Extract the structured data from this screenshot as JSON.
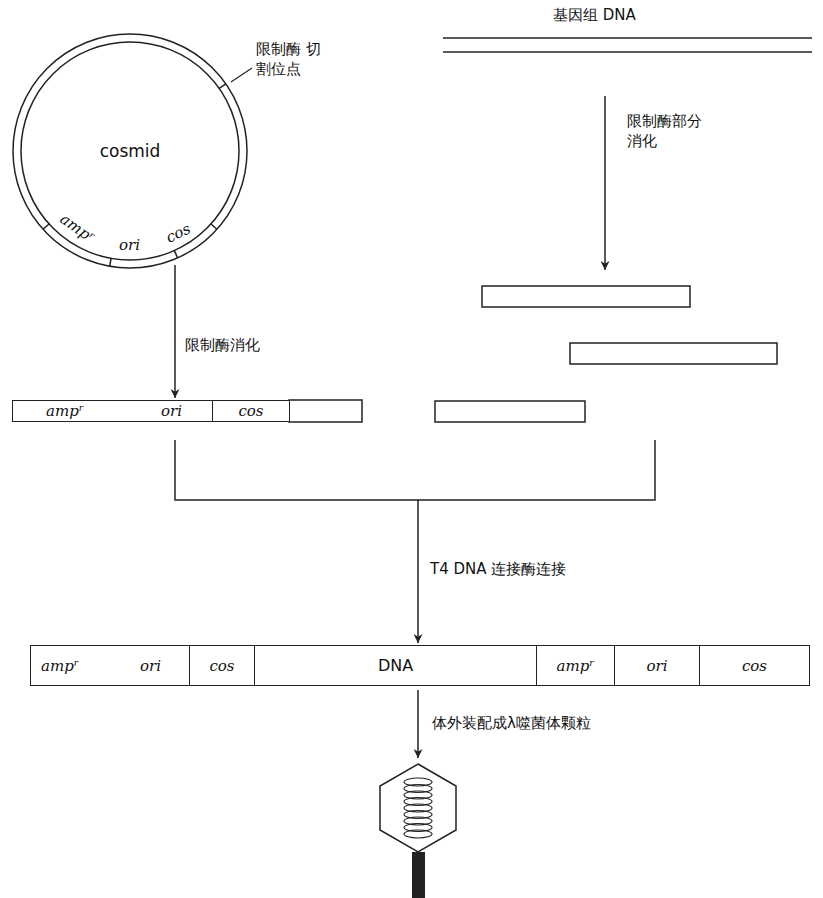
{
  "diagram": {
    "nodes": [
      {
        "text": [
          "cosmid"
        ]
      },
      {
        "text": [
          "ampʳ",
          "ori"
        ]
      },
      {
        "text": [
          "cos"
        ]
      },
      {
        "text": [
          "ampʳ",
          "ori"
        ]
      },
      {
        "text": [
          "cos"
        ]
      },
      {
        "text": [
          "DNA"
        ]
      },
      {
        "text": [
          "ampʳ"
        ]
      },
      {
        "text": [
          "ori"
        ]
      },
      {
        "text": [
          "cos"
        ]
      }
    ],
    "edges": [
      {
        "from": 0,
        "to": 1,
        "arrow": "to",
        "label": "限制酶消化"
      },
      {
        "from": 1,
        "to": 5,
        "arrow": "to",
        "label": "T4 DNA 连接酶连接"
      }
    ],
    "labels": [
      "限制酶 切割位点",
      "ampʳ",
      "ori",
      "cos",
      "基因组 DNA",
      "限制酶部分 消化",
      "体外装配成λ噬菌体颗粒"
    ]
  }
}
